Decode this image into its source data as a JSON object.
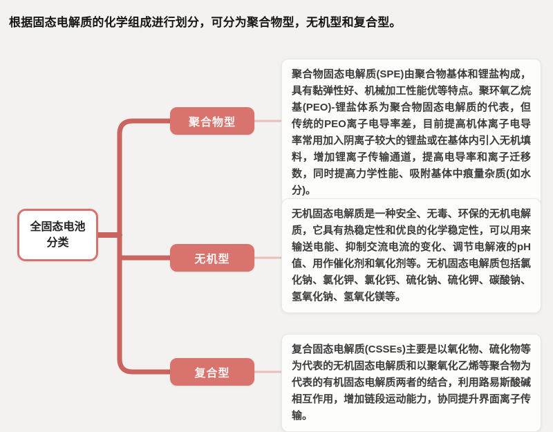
{
  "page": {
    "title": "根据固态电解质的化学组成进行划分，可分为聚合物型，无机型和复合型。",
    "background": "#f3f2f0"
  },
  "colors": {
    "accent_pill": "#d8736e",
    "connector_main": "#ca645e",
    "connector_light": "#e9bfba",
    "card_text": "#3b3b3b",
    "card_background": "#fdfdfc"
  },
  "diagram": {
    "type": "mindmap-tree",
    "root": {
      "line1": "全固态电池",
      "line2": "分类"
    },
    "branches": [
      {
        "label": "聚合物型",
        "description": "聚合物固态电解质(SPE)由聚合物基体和锂盐构成，具有黏弹性好、机械加工性能优等特点。聚环氧乙烷基(PEO)-锂盐体系为聚合物固态电解质的代表，但传统的PEO离子电导率差，目前提高机体离子电导率常用加入阴离子较大的锂盐或在基体内引入无机填料，增加锂离子传输通道，提高电导率和离子迁移数，同时提高力学性能、吸附基体中痕量杂质(如水分)。"
      },
      {
        "label": "无机型",
        "description": "无机固态电解质是一种安全、无毒、环保的无机电解质，它具有热稳定性和优良的化学稳定性，可以用来输送电能、抑制交流电流的变化、调节电解液的pH值、用作催化剂和氧化剂等。无机固态电解质包括氯化钠、氯化钾、氯化钙、硫化钠、硫化钾、碳酸钠、氢氧化钠、氢氧化镁等。"
      },
      {
        "label": "复合型",
        "description": "复合固态电解质(CSSEs)主要是以氧化物、硫化物等为代表的无机固态电解质和以聚氧化乙烯等聚合物为代表的有机固态电解质两者的结合，利用路易斯酸碱相互作用，增加链段运动能力，协同提升界面离子传输。"
      }
    ]
  }
}
